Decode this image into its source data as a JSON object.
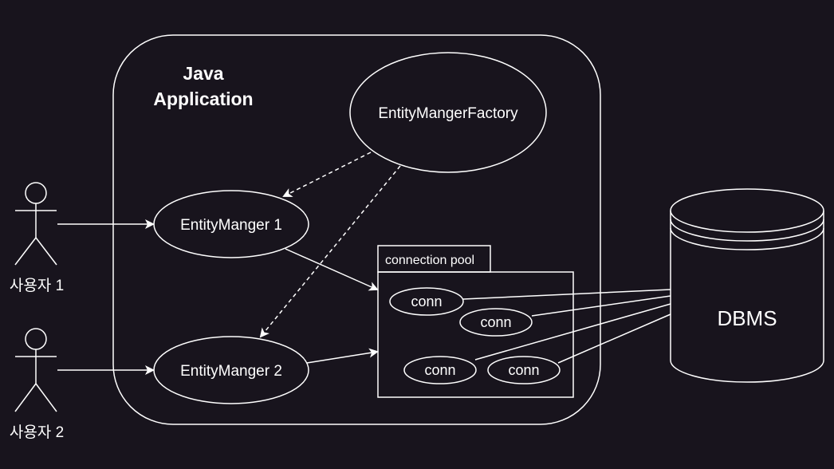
{
  "colors": {
    "background": "#18141d",
    "stroke": "#ffffff",
    "text": "#ffffff"
  },
  "app_container": {
    "title_line1": "Java",
    "title_line2": "Application"
  },
  "factory": {
    "label": "EntityMangerFactory"
  },
  "entity_managers": [
    {
      "label": "EntityManger 1"
    },
    {
      "label": "EntityManger 2"
    }
  ],
  "users": [
    {
      "label": "사용자 1"
    },
    {
      "label": "사용자 2"
    }
  ],
  "connection_pool": {
    "label": "connection pool",
    "connections": [
      {
        "label": "conn"
      },
      {
        "label": "conn"
      },
      {
        "label": "conn"
      },
      {
        "label": "conn"
      }
    ]
  },
  "database": {
    "label": "DBMS"
  }
}
